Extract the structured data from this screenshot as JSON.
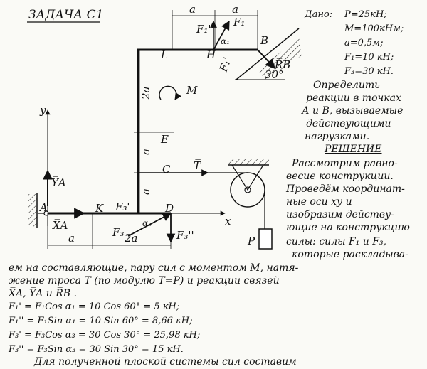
{
  "title": "ЗАДАЧА С1",
  "given": {
    "header": "Дано:",
    "lines": [
      "P=25кН;",
      "M=100кНм;",
      "a=0,5м;",
      "F₁=10 кН;",
      "F₃=30 кН."
    ]
  },
  "task": [
    "Определить",
    "реакции в точках",
    "А и В, вызываемые",
    "действующими",
    "нагрузками."
  ],
  "solution_title": "РЕШЕНИЕ",
  "solution": [
    "Рассмотрим равно-",
    "весие конструкции.",
    "Проведём координат-",
    "ные оси ху и",
    "изобразим действу-",
    "ющие на конструкцию",
    "силы: силы F₁ и F₃,",
    "которые раскладыва-"
  ],
  "continuation": [
    "ем на составляющие, пару сил с моментом M, натя-",
    "жение троса T (по модулю T=P) и реакции связей",
    "X̅A, Y̅A и R̅B ."
  ],
  "calculations": [
    "F₁' = F₁Cos α₁ = 10 Cos 60° = 5 кН;",
    "F₁'' = F₁Sin α₁ = 10 Sin 60° = 8,66 кН;",
    "F₃' = F₃Cos α₃ = 30 Cos 30° = 25,98 кН;",
    "F₃'' = F₃Sin α₃ = 30 Sin 30° = 15 кН."
  ],
  "bottom_line": "Для полученной плоской системы сил составим",
  "diagram": {
    "points": [
      "A",
      "K",
      "D",
      "C",
      "E",
      "L",
      "H",
      "B"
    ],
    "dims": [
      "a",
      "a",
      "2a",
      "a",
      "a",
      "2a",
      "a"
    ],
    "labels": {
      "y_axis": "y",
      "x_axis": "x",
      "ya": "Y̅A",
      "xa": "X̅A",
      "f1p": "F₁'",
      "f1pp": "F₁''",
      "f1": "F̅₁",
      "f3p": "F₃'",
      "f3pp": "F₃''",
      "f3": "F₃",
      "alpha1": "α₁",
      "alpha3": "α₃",
      "rb": "R̅B",
      "angle": "30°",
      "moment": "M",
      "tension": "T̅",
      "weight": "P"
    }
  }
}
